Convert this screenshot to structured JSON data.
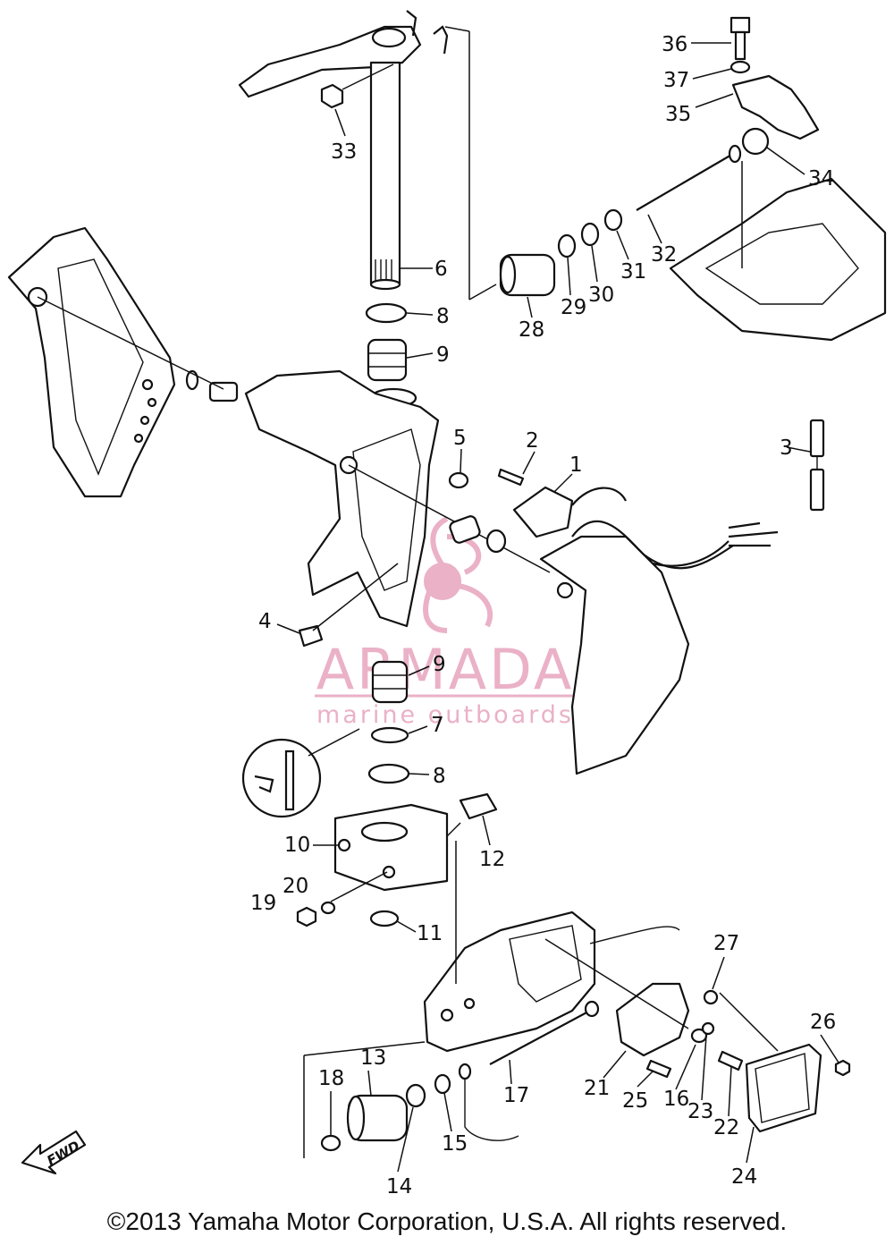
{
  "diagram": {
    "callouts": {
      "n1": "1",
      "n2": "2",
      "n3": "3",
      "n4": "4",
      "n5": "5",
      "n6": "6",
      "n7": "7",
      "n8a": "8",
      "n8b": "8",
      "n9a": "9",
      "n9b": "9",
      "n10": "10",
      "n11": "11",
      "n12": "12",
      "n13": "13",
      "n14": "14",
      "n15": "15",
      "n16": "16",
      "n17": "17",
      "n18": "18",
      "n19": "19",
      "n20": "20",
      "n21": "21",
      "n22": "22",
      "n23": "23",
      "n24": "24",
      "n25": "25",
      "n26": "26",
      "n27": "27",
      "n28": "28",
      "n29": "29",
      "n30": "30",
      "n31": "31",
      "n32": "32",
      "n33": "33",
      "n34": "34",
      "n35": "35",
      "n36": "36",
      "n37": "37"
    },
    "direction_marker": "FWD"
  },
  "watermark": {
    "brand": "ARMADA",
    "tagline": "marine outboards",
    "color": "#e8a9c2"
  },
  "footer": {
    "copyright": "©2013 Yamaha Motor Corporation, U.S.A. All rights reserved."
  }
}
